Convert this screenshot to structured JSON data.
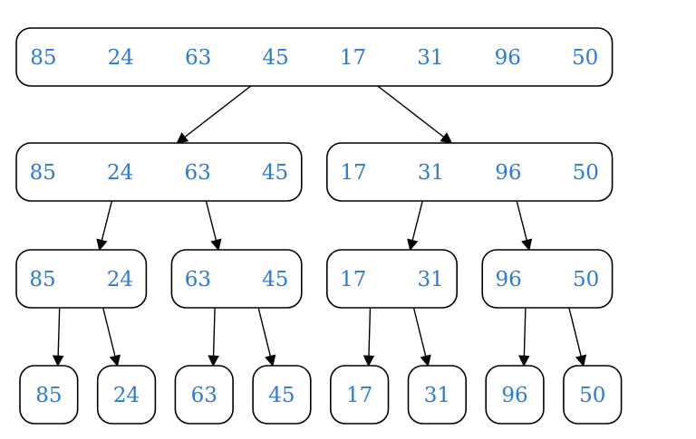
{
  "diagram": {
    "levels": [
      [
        [
          "85",
          "24",
          "63",
          "45",
          "17",
          "31",
          "96",
          "50"
        ]
      ],
      [
        [
          "85",
          "24",
          "63",
          "45"
        ],
        [
          "17",
          "31",
          "96",
          "50"
        ]
      ],
      [
        [
          "85",
          "24"
        ],
        [
          "63",
          "45"
        ],
        [
          "17",
          "31"
        ],
        [
          "96",
          "50"
        ]
      ],
      [
        [
          "85"
        ],
        [
          "24"
        ],
        [
          "63"
        ],
        [
          "45"
        ],
        [
          "17"
        ],
        [
          "31"
        ],
        [
          "96"
        ],
        [
          "50"
        ]
      ]
    ],
    "colors": {
      "number": "#2b7bd6",
      "box_stroke": "#000000",
      "arrow": "#000000"
    }
  }
}
